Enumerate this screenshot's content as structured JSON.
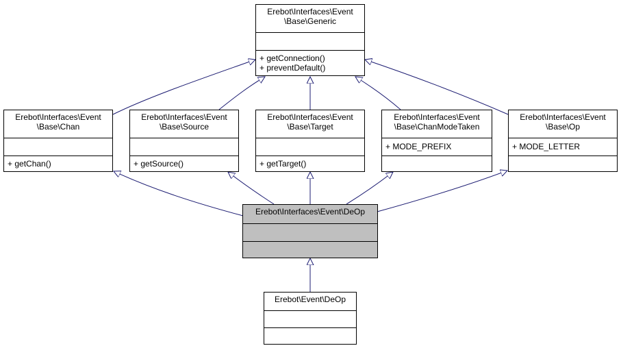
{
  "diagram": {
    "classes": {
      "generic": {
        "name_lines": [
          "Erebot\\Interfaces\\Event",
          "\\Base\\Generic"
        ],
        "attributes": [],
        "methods": [
          "+ getConnection()",
          "+ preventDefault()"
        ]
      },
      "chan": {
        "name_lines": [
          "Erebot\\Interfaces\\Event",
          "\\Base\\Chan"
        ],
        "attributes": [],
        "methods": [
          "+ getChan()"
        ]
      },
      "source": {
        "name_lines": [
          "Erebot\\Interfaces\\Event",
          "\\Base\\Source"
        ],
        "attributes": [],
        "methods": [
          "+ getSource()"
        ]
      },
      "target": {
        "name_lines": [
          "Erebot\\Interfaces\\Event",
          "\\Base\\Target"
        ],
        "attributes": [],
        "methods": [
          "+ getTarget()"
        ]
      },
      "chanmodetaken": {
        "name_lines": [
          "Erebot\\Interfaces\\Event",
          "\\Base\\ChanModeTaken"
        ],
        "attributes": [
          "+ MODE_PREFIX"
        ],
        "methods": []
      },
      "op": {
        "name_lines": [
          "Erebot\\Interfaces\\Event",
          "\\Base\\Op"
        ],
        "attributes": [
          "+ MODE_LETTER"
        ],
        "methods": []
      },
      "deop_iface": {
        "name_lines": [
          "Erebot\\Interfaces\\Event\\DeOp"
        ],
        "attributes": [],
        "methods": []
      },
      "deop": {
        "name_lines": [
          "Erebot\\Event\\DeOp"
        ],
        "attributes": [],
        "methods": []
      }
    },
    "colors": {
      "edge": "#191970",
      "highlight_fill": "#bfbfbf",
      "border": "#000000"
    }
  }
}
